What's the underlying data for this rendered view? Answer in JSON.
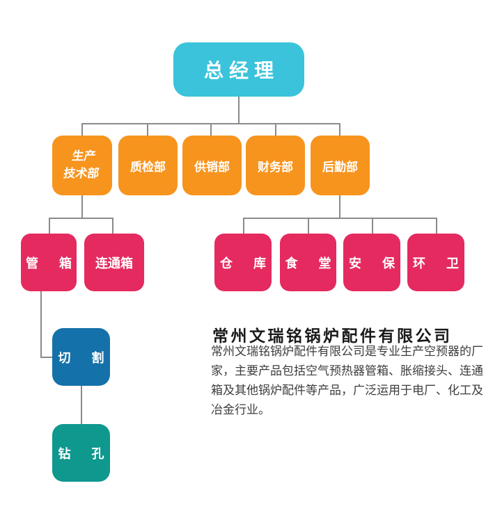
{
  "org_chart": {
    "nodes": {
      "ceo": {
        "label": "总经理",
        "level": 1
      },
      "production": {
        "label": "生产\n技术部",
        "level": 2,
        "parent": "ceo"
      },
      "quality": {
        "label": "质检部",
        "level": 2,
        "parent": "ceo"
      },
      "supply": {
        "label": "供销部",
        "level": 2,
        "parent": "ceo"
      },
      "finance": {
        "label": "财务部",
        "level": 2,
        "parent": "ceo"
      },
      "logistics": {
        "label": "后勤部",
        "level": 2,
        "parent": "ceo"
      },
      "pipe_box": {
        "label": "管　箱",
        "level": 3,
        "parent": "production"
      },
      "connect_box": {
        "label": "连通箱",
        "level": 3,
        "parent": "production"
      },
      "warehouse": {
        "label": "仓　库",
        "level": 3,
        "parent": "logistics"
      },
      "canteen": {
        "label": "食　堂",
        "level": 3,
        "parent": "logistics"
      },
      "security": {
        "label": "安　保",
        "level": 3,
        "parent": "logistics"
      },
      "sanitation": {
        "label": "环　卫",
        "level": 3,
        "parent": "logistics"
      },
      "cutting": {
        "label": "切　割",
        "level": 4,
        "parent": "pipe_box"
      },
      "drilling": {
        "label": "钻　孔",
        "level": 5,
        "parent": "cutting"
      }
    }
  },
  "company": {
    "name": "常州文瑞铭锅炉配件有限公司",
    "description": "常州文瑞铭锅炉配件有限公司是专业生产空预器的厂\n家，主要产品包括空气预热器管箱、胀缩接头、连通\n箱及其他锅炉配件等产品，广泛运用于电厂、化工及\n冶金行业。"
  },
  "colors": {
    "level1_cyan": "#3ac3db",
    "level2_orange": "#f7941e",
    "level3_pink": "#e42a5f",
    "level4_blue": "#1571a9",
    "level5_teal": "#0f988e",
    "connector_gray": "#8a8a8a"
  }
}
